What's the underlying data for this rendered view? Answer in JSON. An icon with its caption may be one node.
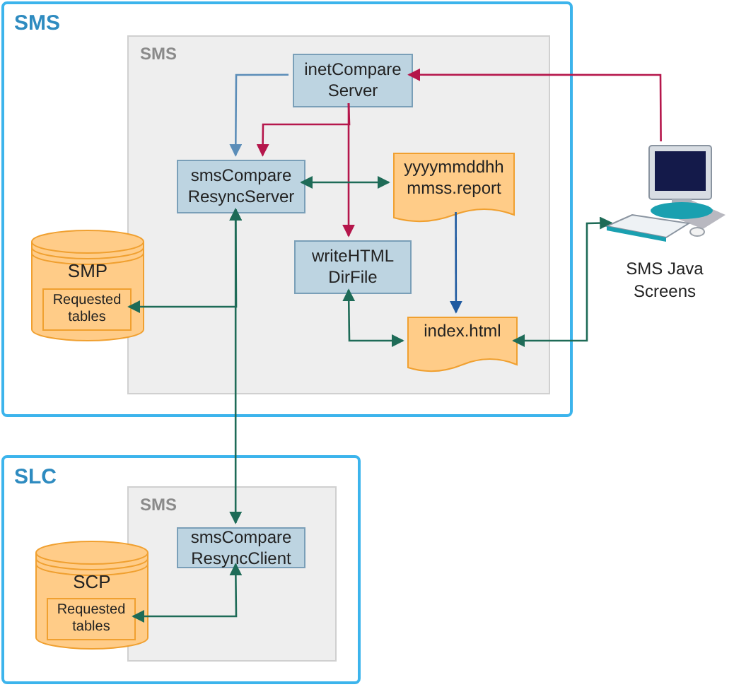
{
  "diagram": {
    "nodes": [
      {
        "text": [
          "SMS"
        ]
      },
      {
        "text": [
          "SMS"
        ],
        "in": 0
      },
      {
        "text": [
          "inetCompare Server"
        ],
        "in": 1
      },
      {
        "text": [
          "smsCompare ResyncServer"
        ],
        "in": 1
      },
      {
        "text": [
          "yyyymmddhh mmss.report"
        ],
        "in": 1
      },
      {
        "text": [
          "writeHTML DirFile"
        ],
        "in": 1
      },
      {
        "text": [
          "index.html"
        ],
        "in": 1
      },
      {
        "text": [
          "SMP"
        ],
        "in": 0
      },
      {
        "text": [
          "Requested tables"
        ],
        "in": 7
      },
      {
        "text": [],
        "shape": "picture",
        "beside": [
          "SMS Java Screens"
        ]
      },
      {
        "text": [
          "SLC"
        ]
      },
      {
        "text": [
          "SMS"
        ],
        "in": 10
      },
      {
        "text": [
          "smsCompare ResyncClient"
        ],
        "in": 11
      },
      {
        "text": [
          "SCP"
        ],
        "in": 10
      },
      {
        "text": [
          "Requested tables"
        ],
        "in": 13
      }
    ],
    "edges": [
      {
        "from": 2,
        "to": 3,
        "arrow": "to",
        "color": "#5b8db8"
      },
      {
        "from": 2,
        "to": 3,
        "arrow": "to",
        "color": "#b5164b"
      },
      {
        "from": 2,
        "to": 5,
        "arrow": "to",
        "color": "#b5164b"
      },
      {
        "from": 9,
        "to": 2,
        "arrow": "to",
        "color": "#b5164b"
      },
      {
        "from": 3,
        "to": 4,
        "arrow": "both"
      },
      {
        "from": 4,
        "to": 6,
        "arrow": "to",
        "color": "#1f5aa0"
      },
      {
        "from": 5,
        "to": 6,
        "arrow": "both"
      },
      {
        "from": 6,
        "to": 9,
        "arrow": "both"
      },
      {
        "from": 3,
        "to": 8,
        "arrow": "both"
      },
      {
        "from": 3,
        "to": 12,
        "arrow": "both"
      },
      {
        "from": 12,
        "to": 14,
        "arrow": "both"
      }
    ]
  }
}
